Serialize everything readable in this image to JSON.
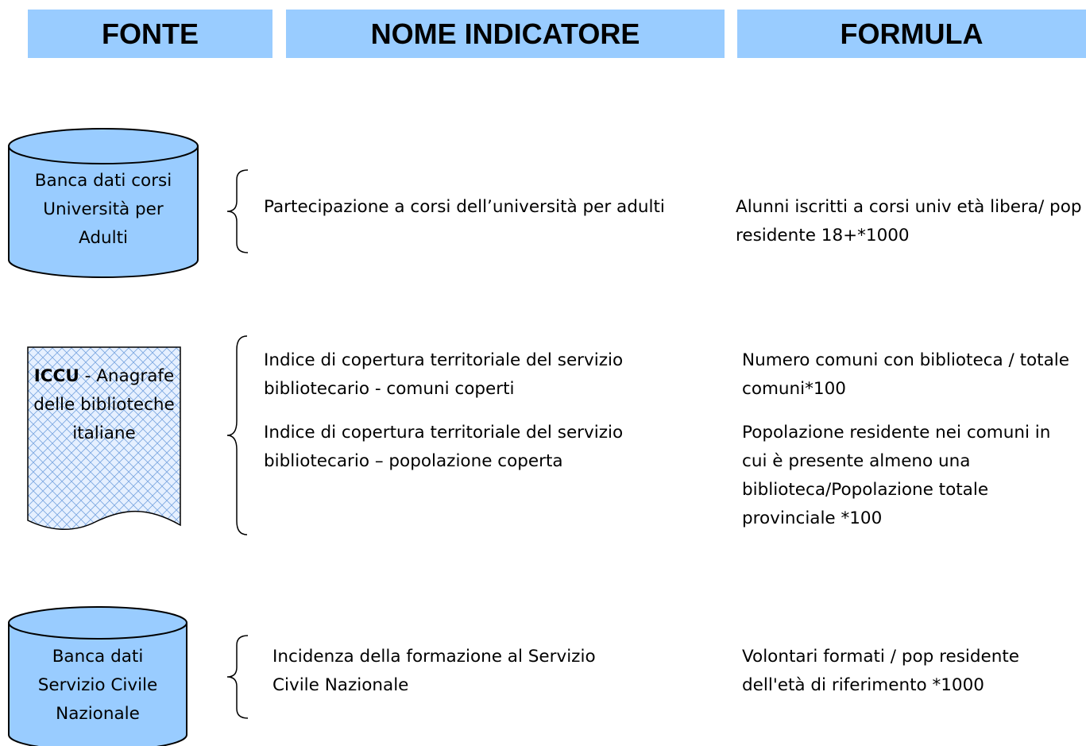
{
  "headers": {
    "fonte": "FONTE",
    "nome_indicatore": "NOME INDICATORE",
    "formula": "FORMULA"
  },
  "colors": {
    "header_fill": "#99ccff",
    "shape_fill": "#99ccff"
  },
  "rows": [
    {
      "source": {
        "shape": "cylinder",
        "label": "Banca dati corsi Università per Adulti"
      },
      "indicators": [
        "Partecipazione a corsi dell’università per adulti"
      ],
      "formulas": [
        "Alunni iscritti a corsi univ età libera/ pop residente 18+*1000"
      ]
    },
    {
      "source": {
        "shape": "document",
        "label_bold": "ICCU",
        "label_rest": " - Anagrafe delle biblioteche italiane"
      },
      "indicators": [
        "Indice di copertura territoriale del servizio bibliotecario - comuni coperti",
        "Indice di copertura territoriale del servizio bibliotecario – popolazione coperta"
      ],
      "formulas": [
        "Numero comuni con biblioteca / totale comuni*100",
        "Popolazione residente nei comuni in cui è presente almeno una biblioteca/Popolazione totale provinciale *100"
      ]
    },
    {
      "source": {
        "shape": "cylinder",
        "label": "Banca dati Servizio Civile Nazionale"
      },
      "indicators": [
        "Incidenza della formazione al Servizio Civile Nazionale"
      ],
      "formulas": [
        "Volontari formati / pop residente dell'età di riferimento *1000"
      ]
    }
  ]
}
